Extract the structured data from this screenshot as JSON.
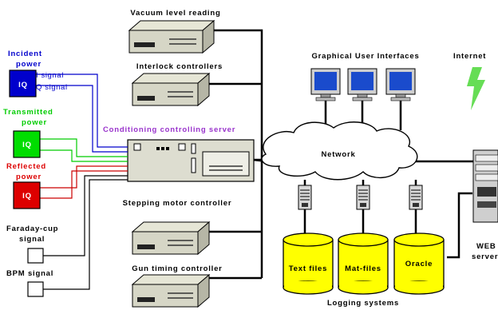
{
  "labels": {
    "vacuum": "Vacuum level reading",
    "interlock": "Interlock controllers",
    "conditioning": "Conditioning controlling server",
    "stepping": "Stepping motor controller",
    "gun": "Gun timing controller",
    "gui": "Graphical User Interfaces",
    "internet": "Internet",
    "network": "Network",
    "logging": "Logging systems",
    "web_server_line1": "WEB",
    "web_server_line2": "server"
  },
  "signals": {
    "incident_line1": "Incident",
    "incident_line2": "power",
    "transmitted_line1": "Transmitted",
    "transmitted_line2": "power",
    "reflected_line1": "Reflected",
    "reflected_line2": "power",
    "faraday_line1": "Faraday-cup",
    "faraday_line2": "signal",
    "bpm": "BPM signal",
    "i_signal": "I signal",
    "q_signal": "Q signal",
    "iq_label": "IQ"
  },
  "storage": {
    "text_files": "Text files",
    "mat_files": "Mat-files",
    "oracle": "Oracle"
  },
  "colors": {
    "incident": "#0000cc",
    "transmitted": "#00cc00",
    "reflected": "#cc0000",
    "conditioning_label": "#9933cc",
    "cylinder": "#ffff00",
    "lightning": "#66dd55",
    "monitor_screen": "#1a4bcc"
  }
}
